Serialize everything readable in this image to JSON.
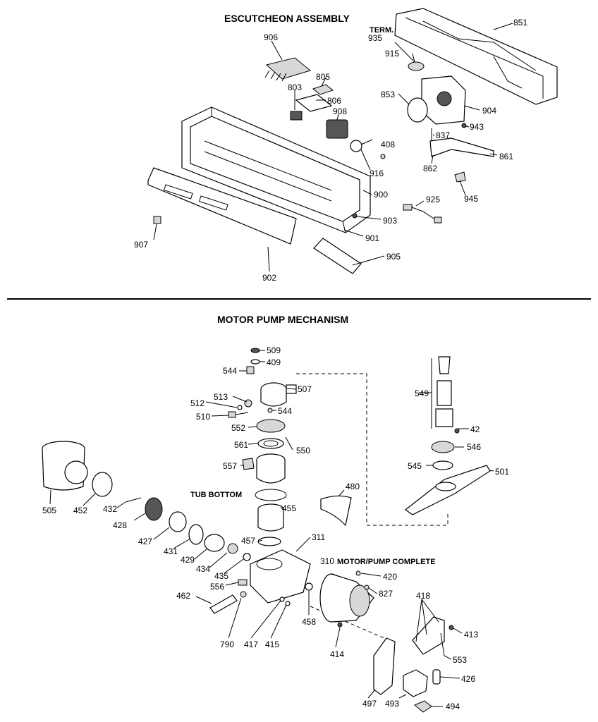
{
  "sections": {
    "escutcheon_title": "ESCUTCHEON ASSEMBLY",
    "motor_title": "MOTOR PUMP MECHANISM",
    "tub_bottom": "TUB BOTTOM",
    "motor_complete": "MOTOR/PUMP COMPLETE",
    "term": "TERM."
  },
  "parts": {
    "p851": "851",
    "p935": "935",
    "p906": "906",
    "p915": "915",
    "p805": "805",
    "p803": "803",
    "p806": "806",
    "p908": "908",
    "p853": "853",
    "p904": "904",
    "p943": "943",
    "p837": "837",
    "p408": "408",
    "p861": "861",
    "p862": "862",
    "p916": "916",
    "p945": "945",
    "p900": "900",
    "p925": "925",
    "p903": "903",
    "p907": "907",
    "p901": "901",
    "p905": "905",
    "p902": "902",
    "p509": "509",
    "p409": "409",
    "p544a": "544",
    "p507": "507",
    "p513": "513",
    "p512": "512",
    "p544b": "544",
    "p510": "510",
    "p549": "549",
    "p552": "552",
    "p42": "42",
    "p561": "561",
    "p550": "550",
    "p546": "546",
    "p557": "557",
    "p545": "545",
    "p501": "501",
    "p480": "480",
    "p505": "505",
    "p452": "452",
    "p432": "432",
    "p455": "455",
    "p428": "428",
    "p427": "427",
    "p457": "457",
    "p311": "311",
    "p431": "431",
    "p429": "429",
    "p310": "310",
    "p434": "434",
    "p435": "435",
    "p420": "420",
    "p556": "556",
    "p827": "827",
    "p418": "418",
    "p462": "462",
    "p413": "413",
    "p790": "790",
    "p417": "417",
    "p415": "415",
    "p458": "458",
    "p414": "414",
    "p553": "553",
    "p426": "426",
    "p497": "497",
    "p493": "493",
    "p494": "494"
  }
}
